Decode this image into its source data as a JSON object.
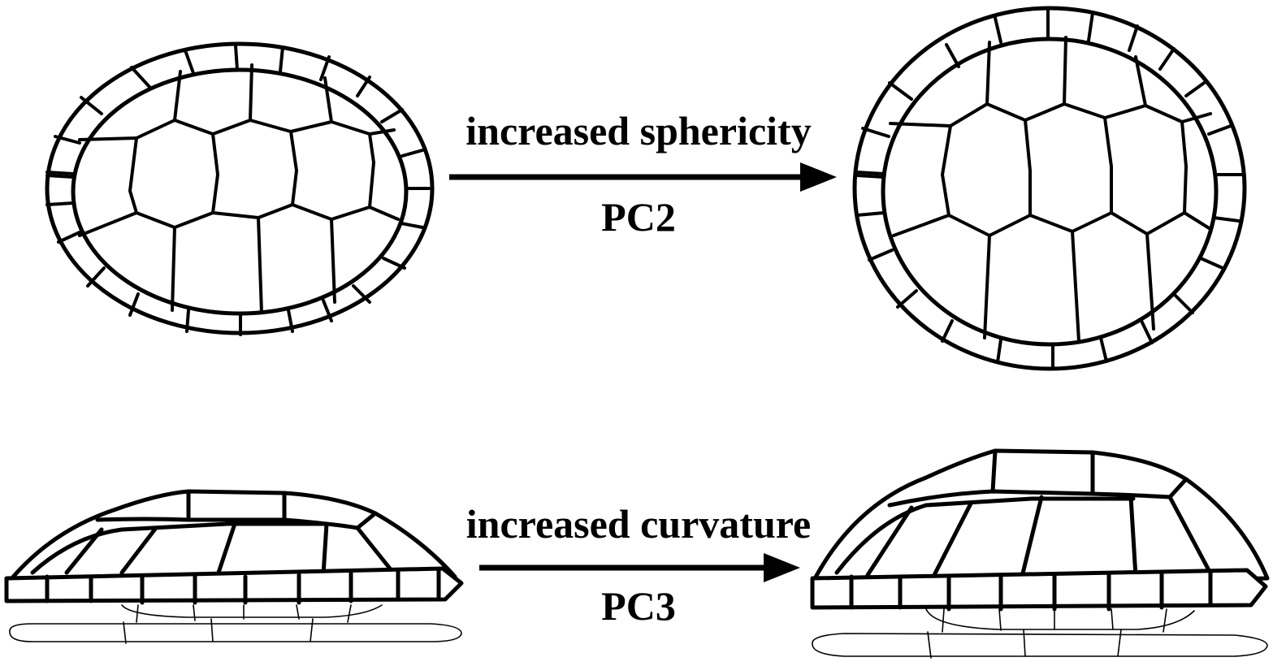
{
  "rows": [
    {
      "caption": "increased sphericity",
      "pc": "PC2"
    },
    {
      "caption": "increased curvature",
      "pc": "PC3"
    }
  ]
}
